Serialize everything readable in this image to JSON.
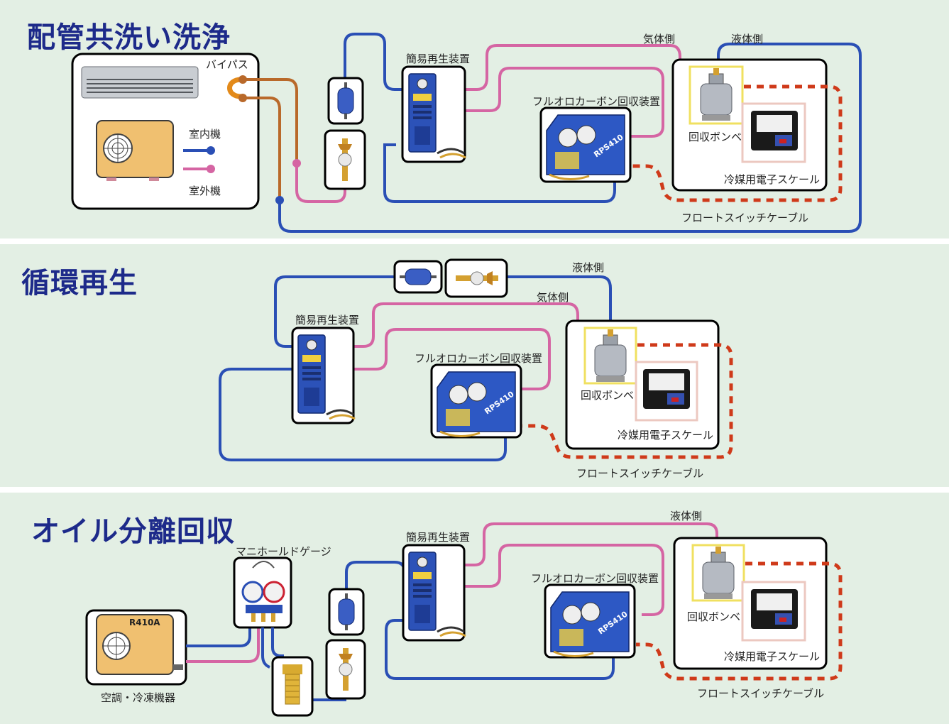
{
  "colors": {
    "panel_bg": "#e3efe4",
    "title": "#1d2a8a",
    "liquid_line": "#2a4fb5",
    "gas_line": "#d565a3",
    "bypass_line": "#b9692a",
    "cable": "#cf3a1a",
    "cylinder_frame": "#f0e060",
    "scale_frame": "#ecc8c0"
  },
  "panels": [
    {
      "title": "配管共洗い洗浄",
      "labels": {
        "bypass": "バイパス",
        "indoor": "室内機",
        "outdoor": "室外機",
        "regen": "簡易再生装置",
        "recovery": "フルオロカーボン回収装置",
        "gas_side": "気体側",
        "liquid_side": "液体側",
        "cylinder": "回収ボンベ",
        "scale": "冷媒用電子スケール",
        "cable": "フロートスイッチケーブル"
      }
    },
    {
      "title": "循環再生",
      "labels": {
        "regen": "簡易再生装置",
        "recovery": "フルオロカーボン回収装置",
        "gas_side": "気体側",
        "liquid_side": "液体側",
        "cylinder": "回収ボンベ",
        "scale": "冷媒用電子スケール",
        "cable": "フロートスイッチケーブル"
      }
    },
    {
      "title": "オイル分離回収",
      "labels": {
        "manifold": "マニホールドゲージ",
        "unit_tag": "R410A",
        "appliance": "空調・冷凍機器",
        "regen": "簡易再生装置",
        "recovery": "フルオロカーボン回収装置",
        "liquid_side": "液体側",
        "cylinder": "回収ボンベ",
        "scale": "冷媒用電子スケール",
        "cable": "フロートスイッチケーブル"
      }
    }
  ],
  "icons": {
    "regen_device": "regen-device-icon",
    "recovery_unit": "recovery-unit-icon",
    "cylinder": "cylinder-icon",
    "scale": "scale-icon",
    "filter": "filter-dryer-icon",
    "sight_glass": "sight-glass-icon",
    "manifold_gauge": "manifold-gauge-icon",
    "adapter": "valve-adapter-icon",
    "outdoor_unit": "outdoor-unit-icon",
    "indoor_unit": "indoor-unit-icon"
  },
  "device_marks": {
    "recovery_model": "RPS410"
  }
}
